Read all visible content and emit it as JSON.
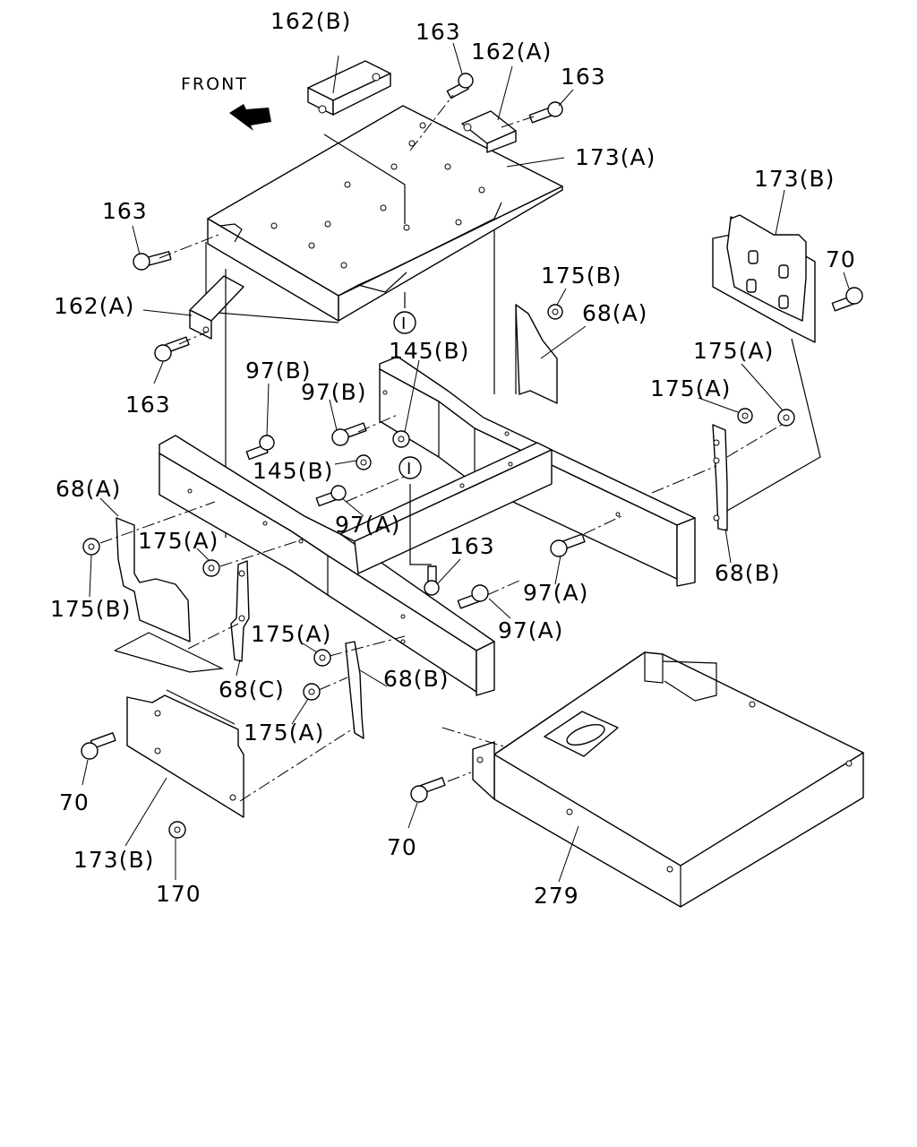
{
  "diagram": {
    "direction_label": "FRONT",
    "callouts": {
      "c162b": "162(B)",
      "c163_top": "163",
      "c162a_top": "162(A)",
      "c163_top2": "163",
      "c173a": "173(A)",
      "c173b_right": "173(B)",
      "c70_right": "70",
      "c163_left": "163",
      "c162a_left": "162(A)",
      "c163_left2": "163",
      "c175b_mid": "175(B)",
      "c68a_mid": "68(A)",
      "c145b_a": "145(B)",
      "c97b_a": "97(B)",
      "c97b_b": "97(B)",
      "c175a_r1": "175(A)",
      "c175a_r2": "175(A)",
      "c145b_b": "145(B)",
      "c68a_left": "68(A)",
      "c97a_a": "97(A)",
      "c175a_l": "175(A)",
      "c163_mid": "163",
      "c97a_b": "97(A)",
      "c68b_right": "68(B)",
      "c175b_left": "175(B)",
      "c97a_c": "97(A)",
      "c175a_c1": "175(A)",
      "c68c": "68(C)",
      "c68b_mid": "68(B)",
      "c175a_c2": "175(A)",
      "c70_left": "70",
      "c173b_left": "173(B)",
      "c170": "170",
      "c70_bottom": "70",
      "c279": "279"
    },
    "section_markers": {
      "upper": "I",
      "lower": "I"
    }
  }
}
